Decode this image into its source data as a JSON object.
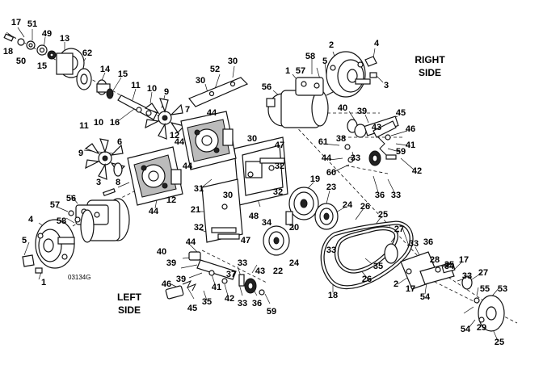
{
  "side_labels": {
    "right_line1": "RIGHT",
    "right_line2": "SIDE",
    "left_line1": "LEFT",
    "left_line2": "SIDE"
  },
  "figure_code": "03134G",
  "callouts": [
    "17",
    "51",
    "49",
    "13",
    "18",
    "50",
    "15",
    "62",
    "14",
    "15",
    "11",
    "10",
    "9",
    "16",
    "7",
    "52",
    "30",
    "30",
    "11",
    "10",
    "9",
    "6",
    "44",
    "44",
    "44",
    "12",
    "8",
    "12",
    "31",
    "44",
    "56",
    "58",
    "57",
    "5",
    "2",
    "1",
    "4",
    "3",
    "21",
    "30",
    "32",
    "47",
    "32",
    "48",
    "34",
    "20",
    "30",
    "32",
    "47",
    "40",
    "39",
    "45",
    "46",
    "61",
    "38",
    "43",
    "41",
    "59",
    "42",
    "60",
    "44",
    "33",
    "36",
    "33",
    "19",
    "23",
    "24",
    "26",
    "25",
    "27",
    "33",
    "36",
    "28",
    "17",
    "35",
    "27",
    "33",
    "24",
    "22",
    "40",
    "44",
    "39",
    "43",
    "33",
    "37",
    "39",
    "41",
    "42",
    "33",
    "36",
    "59",
    "46",
    "45",
    "35",
    "26",
    "33",
    "35",
    "34",
    "17",
    "54",
    "55",
    "53",
    "54",
    "29",
    "25",
    "18",
    "2",
    "4",
    "5",
    "58",
    "57",
    "56",
    "3",
    "1"
  ]
}
